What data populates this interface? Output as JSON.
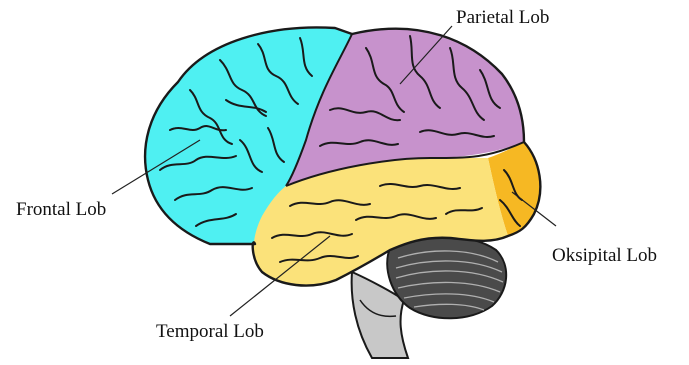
{
  "labels": {
    "parietal": "Parietal Lob",
    "frontal": "Frontal Lob",
    "occipital": "Oksipital Lob",
    "temporal": "Temporal Lob"
  },
  "colors": {
    "frontal": "#4ff0f2",
    "parietal": "#c792cc",
    "temporal": "#fbe27a",
    "occipital": "#f6b823",
    "cerebellum": "#4a4a4a",
    "brainstem": "#c8c8c8",
    "outline": "#1a1a1a"
  }
}
